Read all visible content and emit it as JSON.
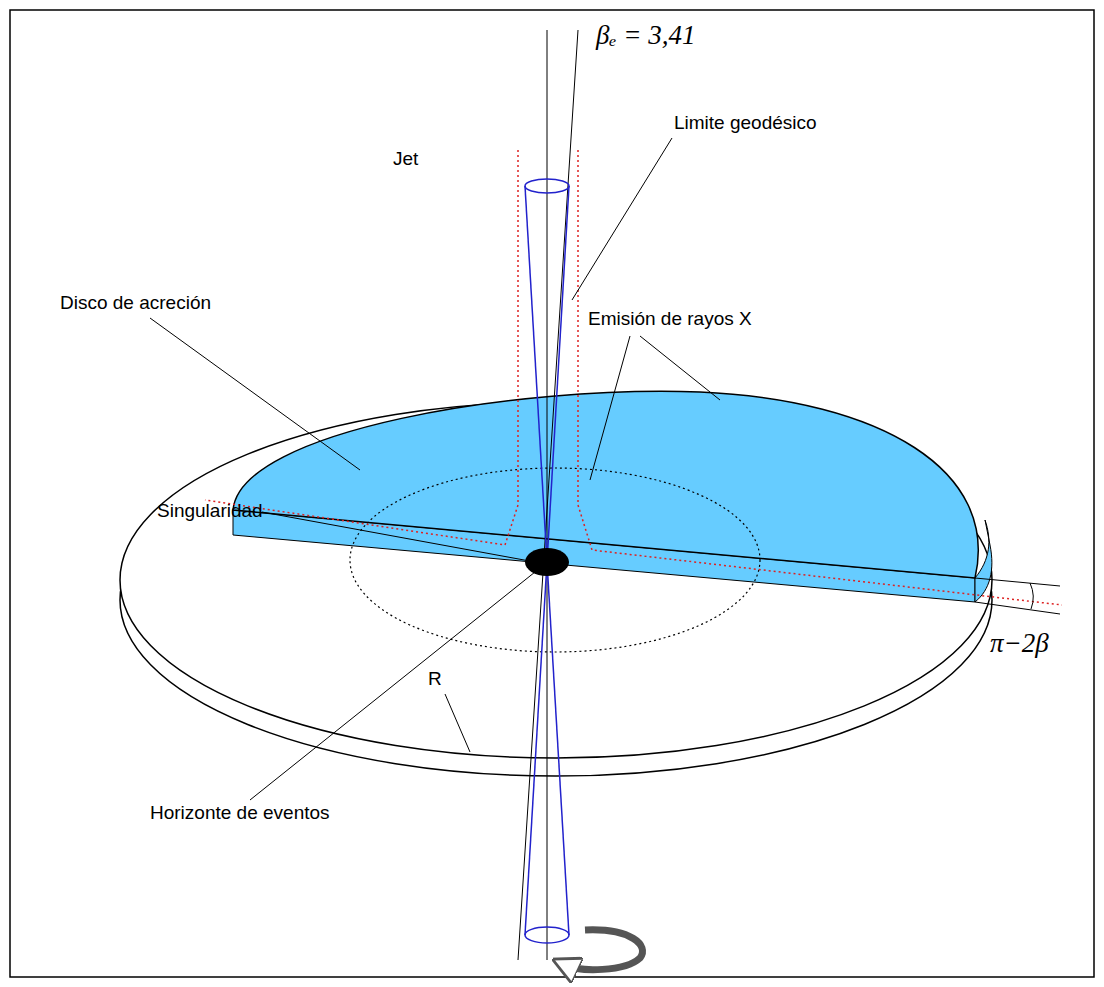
{
  "diagram": {
    "labels": [
      "βₑ = 3,41",
      "Jet",
      "Limite geodésico",
      "Disco de acreción",
      "Emisión de rayos X",
      "Singularidad",
      "Horizonte de eventos",
      "R",
      "π−2β"
    ]
  }
}
